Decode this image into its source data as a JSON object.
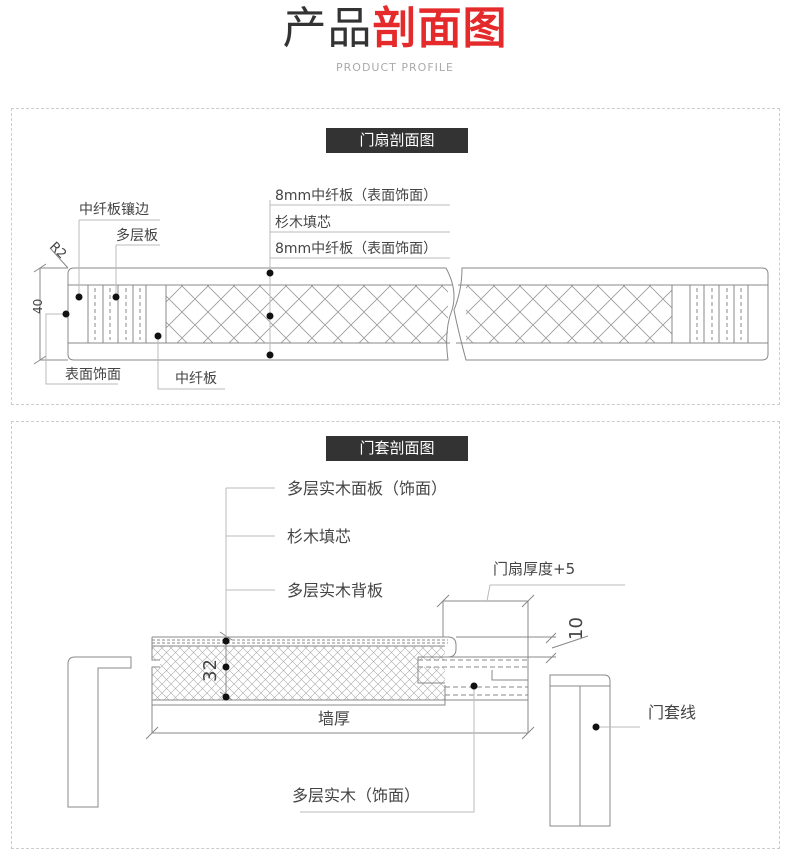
{
  "header": {
    "title_part1": "产品",
    "title_part2": "剖面图",
    "subtitle": "PRODUCT PROFILE"
  },
  "door_leaf": {
    "tag": "门扇剖面图",
    "labels": {
      "mdf_top": "8mm中纤板（表面饰面）",
      "fir_core": "杉木填芯",
      "mdf_bottom": "8mm中纤板（表面饰面）",
      "mdf_edge": "中纤板镶边",
      "multilayer": "多层板",
      "surface": "表面饰面",
      "mdf": "中纤板",
      "radius": "R2",
      "thickness": "40"
    }
  },
  "door_frame": {
    "tag": "门套剖面图",
    "labels": {
      "face_panel": "多层实木面板（饰面）",
      "fir_core": "杉木填芯",
      "back_panel": "多层实木背板",
      "leaf_thickness": "门扇厚度+5",
      "dim_10": "10",
      "dim_32": "32",
      "wall": "墙厚",
      "trim": "门套线",
      "solid_wood": "多层实木（饰面）"
    }
  },
  "colors": {
    "accent": "#e42a2a",
    "tag_bg": "#333333"
  }
}
